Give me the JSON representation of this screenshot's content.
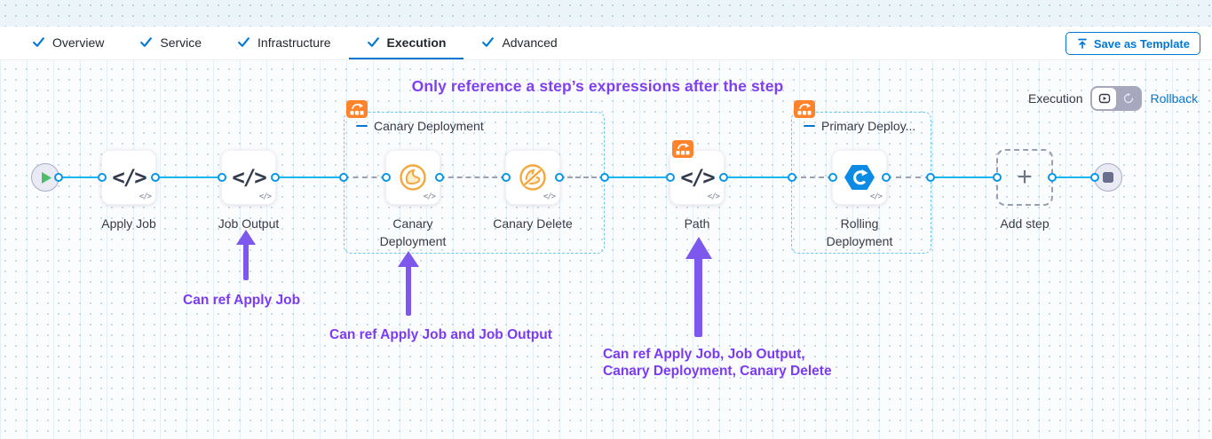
{
  "header": {
    "tabs": [
      {
        "label": "Overview",
        "active": false
      },
      {
        "label": "Service",
        "active": false
      },
      {
        "label": "Infrastructure",
        "active": false
      },
      {
        "label": "Execution",
        "active": true
      },
      {
        "label": "Advanced",
        "active": false
      }
    ],
    "save_as_template_label": "Save as Template"
  },
  "canvas": {
    "annotation_heading": "Only reference a step’s expressions after the step",
    "mode": {
      "execution_label": "Execution",
      "rollback_label": "Rollback"
    },
    "pipeline": {
      "steps": [
        {
          "label": "Apply Job",
          "icon": "code-icon"
        },
        {
          "label": "Job Output",
          "icon": "code-icon"
        },
        {
          "label": "Canary Deployment",
          "icon": "canary-icon"
        },
        {
          "label": "Canary Delete",
          "icon": "canary-delete-icon"
        },
        {
          "label": "Path",
          "icon": "code-icon"
        },
        {
          "label": "Rolling Deployment",
          "icon": "rolling-icon"
        }
      ],
      "groups": [
        {
          "label": "Canary Deployment"
        },
        {
          "label": "Primary Deploy..."
        }
      ],
      "add_step_label": "Add step"
    },
    "annotations": [
      {
        "text": "Can ref Apply Job"
      },
      {
        "text": "Can ref Apply Job and Job Output"
      },
      {
        "lines": [
          "Can ref Apply Job, Job Output,",
          "Canary Deployment, Canary Delete"
        ]
      }
    ]
  },
  "colors": {
    "accent_blue": "#0278d5",
    "connector_blue": "#18b7ef",
    "annotation_purple": "#7c3bf2",
    "stage_badge_orange": "#ff832b",
    "canary_orange": "#f3a73c",
    "rolling_blue": "#0b8be4",
    "play_green": "#50be68"
  }
}
